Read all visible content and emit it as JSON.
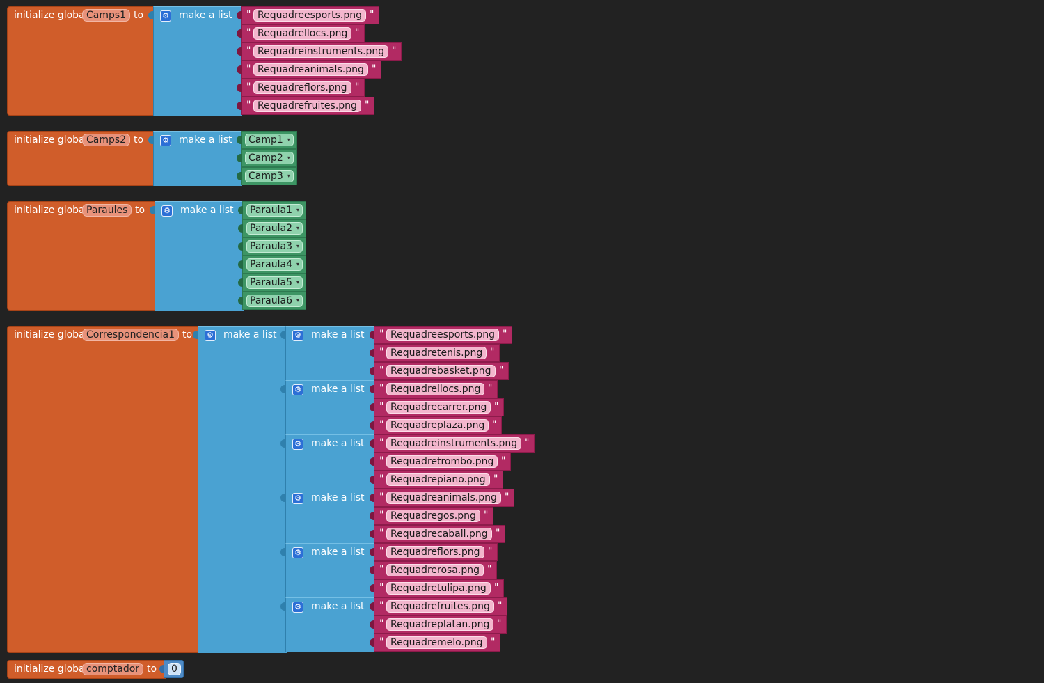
{
  "blocks": {
    "camps1": {
      "init": "initialize global",
      "name": "Camps1",
      "to": "to",
      "make_list": "make a list",
      "items": [
        "Requadreesports.png",
        "Requadrellocs.png",
        "Requadreinstruments.png",
        "Requadreanimals.png",
        "Requadreflors.png",
        "Requadrefruites.png"
      ]
    },
    "camps2": {
      "init": "initialize global",
      "name": "Camps2",
      "to": "to",
      "make_list": "make a list",
      "items": [
        "Camp1",
        "Camp2",
        "Camp3"
      ]
    },
    "paraules": {
      "init": "initialize global",
      "name": "Paraules",
      "to": "to",
      "make_list": "make a list",
      "items": [
        "Paraula1",
        "Paraula2",
        "Paraula3",
        "Paraula4",
        "Paraula5",
        "Paraula6"
      ]
    },
    "correspondencia1": {
      "init": "initialize global",
      "name": "Correspondencia1",
      "to": "to",
      "make_list": "make a list",
      "groups": [
        [
          "Requadreesports.png",
          "Requadretenis.png",
          "Requadrebasket.png"
        ],
        [
          "Requadrellocs.png",
          "Requadrecarrer.png",
          "Requadreplaza.png"
        ],
        [
          "Requadreinstruments.png",
          "Requadretrombo.png",
          "Requadrepiano.png"
        ],
        [
          "Requadreanimals.png",
          "Requadregos.png",
          "Requadrecaball.png"
        ],
        [
          "Requadreflors.png",
          "Requadrerosa.png",
          "Requadretulipa.png"
        ],
        [
          "Requadrefruites.png",
          "Requadreplatan.png",
          "Requadremelo.png"
        ]
      ]
    },
    "comptador": {
      "init": "initialize global",
      "name": "comptador",
      "to": "to",
      "value": "0"
    }
  },
  "colors": {
    "variable_block": "#d05d2a",
    "list_block": "#4aa2d2",
    "text_block": "#b22a63",
    "component_block": "#3d9564",
    "math_block": "#4f8bc6",
    "workspace": "#222222"
  },
  "icons": {
    "mutator": "gear-icon"
  }
}
